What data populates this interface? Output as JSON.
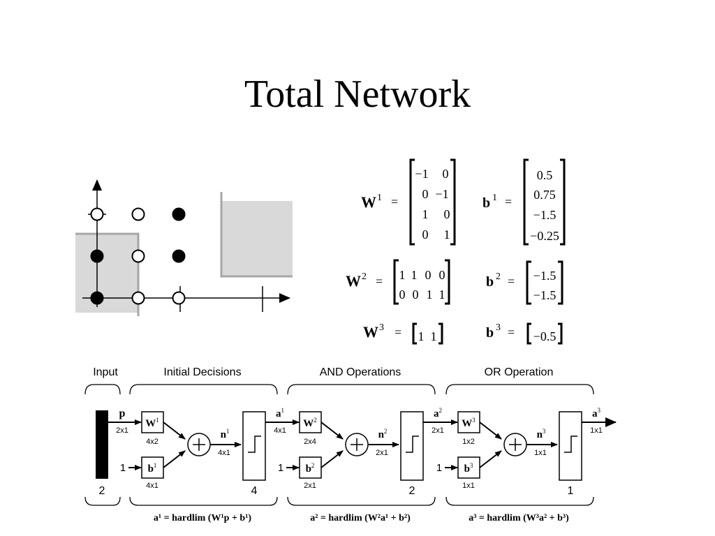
{
  "title": "Total Network",
  "equations": {
    "W1": {
      "base": "W",
      "sup": "1",
      "rows": [
        [
          "−1",
          "0"
        ],
        [
          "0",
          "−1"
        ],
        [
          "1",
          "0"
        ],
        [
          "0",
          "1"
        ]
      ]
    },
    "b1": {
      "base": "b",
      "sup": "1",
      "rows": [
        [
          "0.5"
        ],
        [
          "0.75"
        ],
        [
          "−1.5"
        ],
        [
          "−0.25"
        ]
      ]
    },
    "W2": {
      "base": "W",
      "sup": "2",
      "rows": [
        [
          "1",
          "1",
          "0",
          "0"
        ],
        [
          "0",
          "0",
          "1",
          "1"
        ]
      ]
    },
    "b2": {
      "base": "b",
      "sup": "2",
      "rows": [
        [
          "−1.5"
        ],
        [
          "−1.5"
        ]
      ]
    },
    "W3": {
      "base": "W",
      "sup": "3",
      "rows": [
        [
          "1",
          "1"
        ]
      ]
    },
    "b3": {
      "base": "b",
      "sup": "3",
      "rows": [
        [
          "−0.5"
        ]
      ]
    },
    "equals": "="
  },
  "network": {
    "input": {
      "label": "Input",
      "size": "2",
      "signal": "p",
      "dims": "2x1"
    },
    "bias_input": "1",
    "layers": [
      {
        "header": "Initial Decisions",
        "weight_base": "W",
        "weight_sup": "1",
        "weight_dims": "4x2",
        "bias_base": "b",
        "bias_sup": "1",
        "bias_dims": "4x1",
        "net_base": "n",
        "net_sup": "1",
        "net_dims": "4x1",
        "out_base": "a",
        "out_sup": "1",
        "out_dims": "4x1",
        "neurons": "4",
        "formula": "a¹ = hardlim (W¹p + b¹)"
      },
      {
        "header": "AND Operations",
        "weight_base": "W",
        "weight_sup": "2",
        "weight_dims": "2x4",
        "bias_base": "b",
        "bias_sup": "2",
        "bias_dims": "2x1",
        "net_base": "n",
        "net_sup": "2",
        "net_dims": "2x1",
        "out_base": "a",
        "out_sup": "2",
        "out_dims": "2x1",
        "neurons": "2",
        "formula": "a² = hardlim (W²a¹ + b²)"
      },
      {
        "header": "OR Operation",
        "weight_base": "W",
        "weight_sup": "3",
        "weight_dims": "1x2",
        "bias_base": "b",
        "bias_sup": "3",
        "bias_dims": "1x1",
        "net_base": "n",
        "net_sup": "3",
        "net_dims": "1x1",
        "out_base": "a",
        "out_sup": "3",
        "out_dims": "1x1",
        "neurons": "1",
        "formula": "a³ = hardlim (W³a² + b³)"
      }
    ]
  },
  "plot": {
    "points": [
      {
        "x": 0,
        "y": 2,
        "filled": false
      },
      {
        "x": 0,
        "y": 1,
        "filled": true
      },
      {
        "x": 0,
        "y": 0,
        "filled": true
      },
      {
        "x": 2,
        "y": 2,
        "filled": false
      },
      {
        "x": 2,
        "y": 1,
        "filled": false
      },
      {
        "x": 2,
        "y": 0,
        "filled": false
      },
      {
        "x": 4,
        "y": 2,
        "filled": true
      },
      {
        "x": 4,
        "y": 1,
        "filled": true
      },
      {
        "x": 4,
        "y": 0,
        "filled": false
      }
    ]
  },
  "colors": {
    "region_fill": "#d9d9d9",
    "region_edge": "#a6a6a6",
    "ink": "#000000"
  }
}
